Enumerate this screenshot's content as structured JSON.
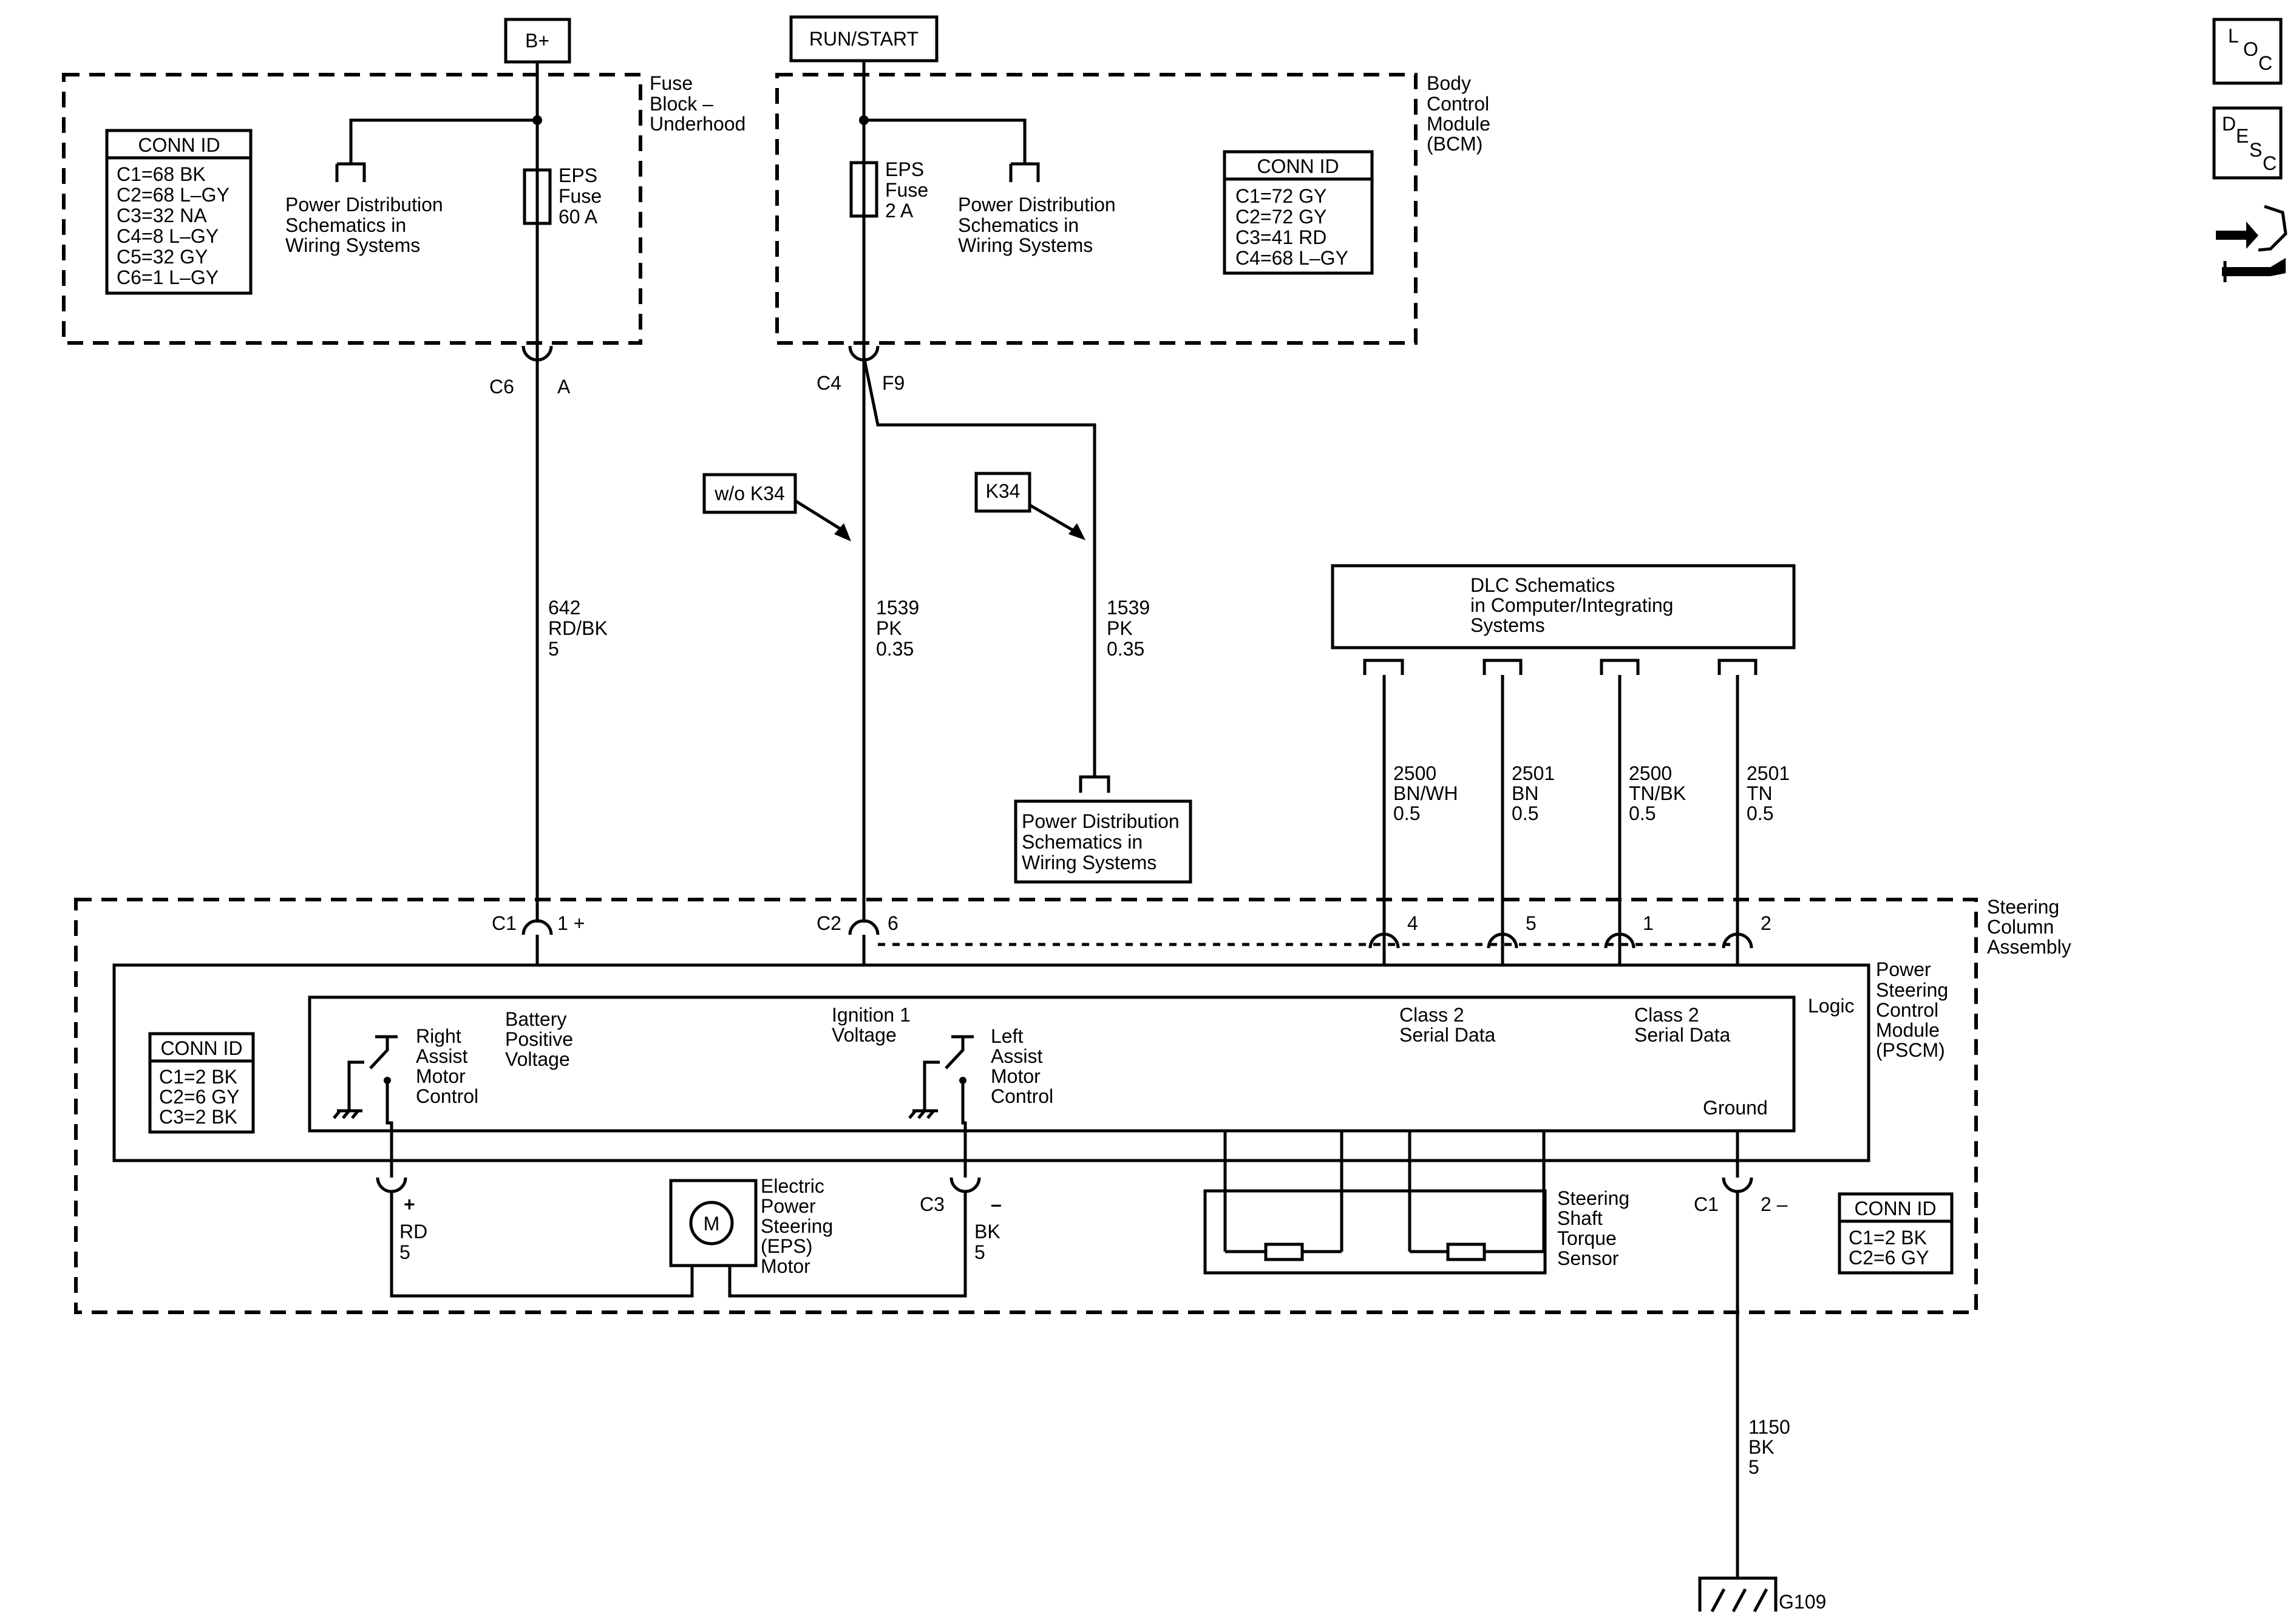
{
  "sources": {
    "bplus": "B+",
    "run_start": "RUN/START"
  },
  "fuse_block": {
    "label_lines": [
      "Fuse",
      "Block –",
      "Underhood"
    ],
    "conn_title": "CONN ID",
    "conn": [
      "C1=68 BK",
      "C2=68 L–GY",
      "C3=32 NA",
      "C4=8 L–GY",
      "C5=32 GY",
      "C6=1 L–GY"
    ],
    "pd_lines": [
      "Power Distribution",
      "Schematics in",
      "Wiring Systems"
    ],
    "fuse_lines": [
      "EPS",
      "Fuse",
      "60 A"
    ],
    "connector": "C6",
    "pin": "A"
  },
  "bcm": {
    "label_lines": [
      "Body",
      "Control",
      "Module",
      "(BCM)"
    ],
    "conn_title": "CONN ID",
    "conn": [
      "C1=72 GY",
      "C2=72 GY",
      "C3=41 RD",
      "C4=68 L–GY"
    ],
    "pd_lines": [
      "Power Distribution",
      "Schematics in",
      "Wiring Systems"
    ],
    "fuse_lines": [
      "EPS",
      "Fuse",
      "2 A"
    ],
    "connector": "C4",
    "pin": "F9"
  },
  "options": {
    "wo_k34": "w/o K34",
    "k34": "K34"
  },
  "wires": {
    "w642": [
      "642",
      "RD/BK",
      "5"
    ],
    "w1539a": [
      "1539",
      "PK",
      "0.35"
    ],
    "w1539b": [
      "1539",
      "PK",
      "0.35"
    ],
    "w2500a": [
      "2500",
      "BN/WH",
      "0.5"
    ],
    "w2501a": [
      "2501",
      "BN",
      "0.5"
    ],
    "w2500b": [
      "2500",
      "TN/BK",
      "0.5"
    ],
    "w2501b": [
      "2501",
      "TN",
      "0.5"
    ],
    "w1150": [
      "1150",
      "BK",
      "5"
    ],
    "rd": [
      "RD",
      "5"
    ],
    "bk": [
      "BK",
      "5"
    ]
  },
  "pd_k34_lines": [
    "Power Distribution",
    "Schematics in",
    "Wiring Systems"
  ],
  "dlc_lines": [
    "DLC Schematics",
    "in Computer/Integrating",
    "Systems"
  ],
  "steering_column": {
    "label_lines": [
      "Steering",
      "Column",
      "Assembly"
    ],
    "c1": "C1",
    "c1_pin": "1 +",
    "c2": "C2",
    "c2_pin": "6",
    "pin4": "4",
    "pin5": "5",
    "pin1": "1",
    "pin2": "2",
    "c3": "C3",
    "c1b": "C1",
    "c1b_pin": "2 –",
    "plus": "+",
    "minus": "–"
  },
  "pscm": {
    "label_lines": [
      "Power",
      "Steering",
      "Control",
      "Module",
      "(PSCM)"
    ],
    "logic": "Logic",
    "battery": [
      "Battery",
      "Positive",
      "Voltage"
    ],
    "ignition": [
      "Ignition 1",
      "Voltage"
    ],
    "class2a": [
      "Class 2",
      "Serial Data"
    ],
    "class2b": [
      "Class 2",
      "Serial Data"
    ],
    "ground": "Ground",
    "right_assist": [
      "Right",
      "Assist",
      "Motor",
      "Control"
    ],
    "left_assist": [
      "Left",
      "Assist",
      "Motor",
      "Control"
    ],
    "conn_title": "CONN ID",
    "conn": [
      "C1=2 BK",
      "C2=6 GY",
      "C3=2 BK"
    ]
  },
  "motor": {
    "symbol": "M",
    "label_lines": [
      "Electric",
      "Power",
      "Steering",
      "(EPS)",
      "Motor"
    ]
  },
  "torque_sensor": [
    "Steering",
    "Shaft",
    "Torque",
    "Sensor"
  ],
  "column_conn": {
    "title": "CONN ID",
    "lines": [
      "C1=2 BK",
      "C2=6 GY"
    ]
  },
  "ground_id": "G109",
  "side_icons": {
    "loc": [
      "L",
      "O",
      "C"
    ],
    "desc": [
      "D",
      "E",
      "S",
      "C"
    ],
    "tool": "tool-icon"
  }
}
